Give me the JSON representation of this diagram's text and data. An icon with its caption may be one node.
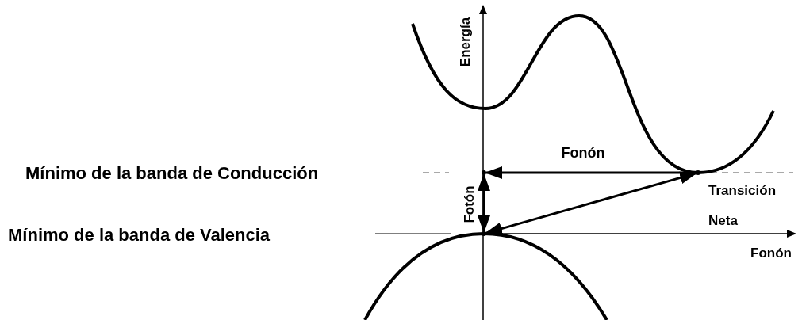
{
  "diagram": {
    "nodes": [
      {
        "text": [],
        "shape": "dot"
      },
      {
        "text": [],
        "shape": "dot"
      },
      {
        "text": [],
        "shape": "dot"
      }
    ],
    "edges": [
      {
        "from": 2,
        "to": 0,
        "arrow": "to",
        "label": "Fonón"
      },
      {
        "from": 0,
        "to": 1,
        "arrow": "both",
        "label": "Fotón"
      },
      {
        "from": 1,
        "to": 2,
        "arrow": "both",
        "label": "Transición Neta"
      }
    ],
    "labels": [
      "Energía",
      "Mínimo de la banda de Conducción",
      "Mínimo de la banda de Valencia",
      "Fonón"
    ]
  }
}
